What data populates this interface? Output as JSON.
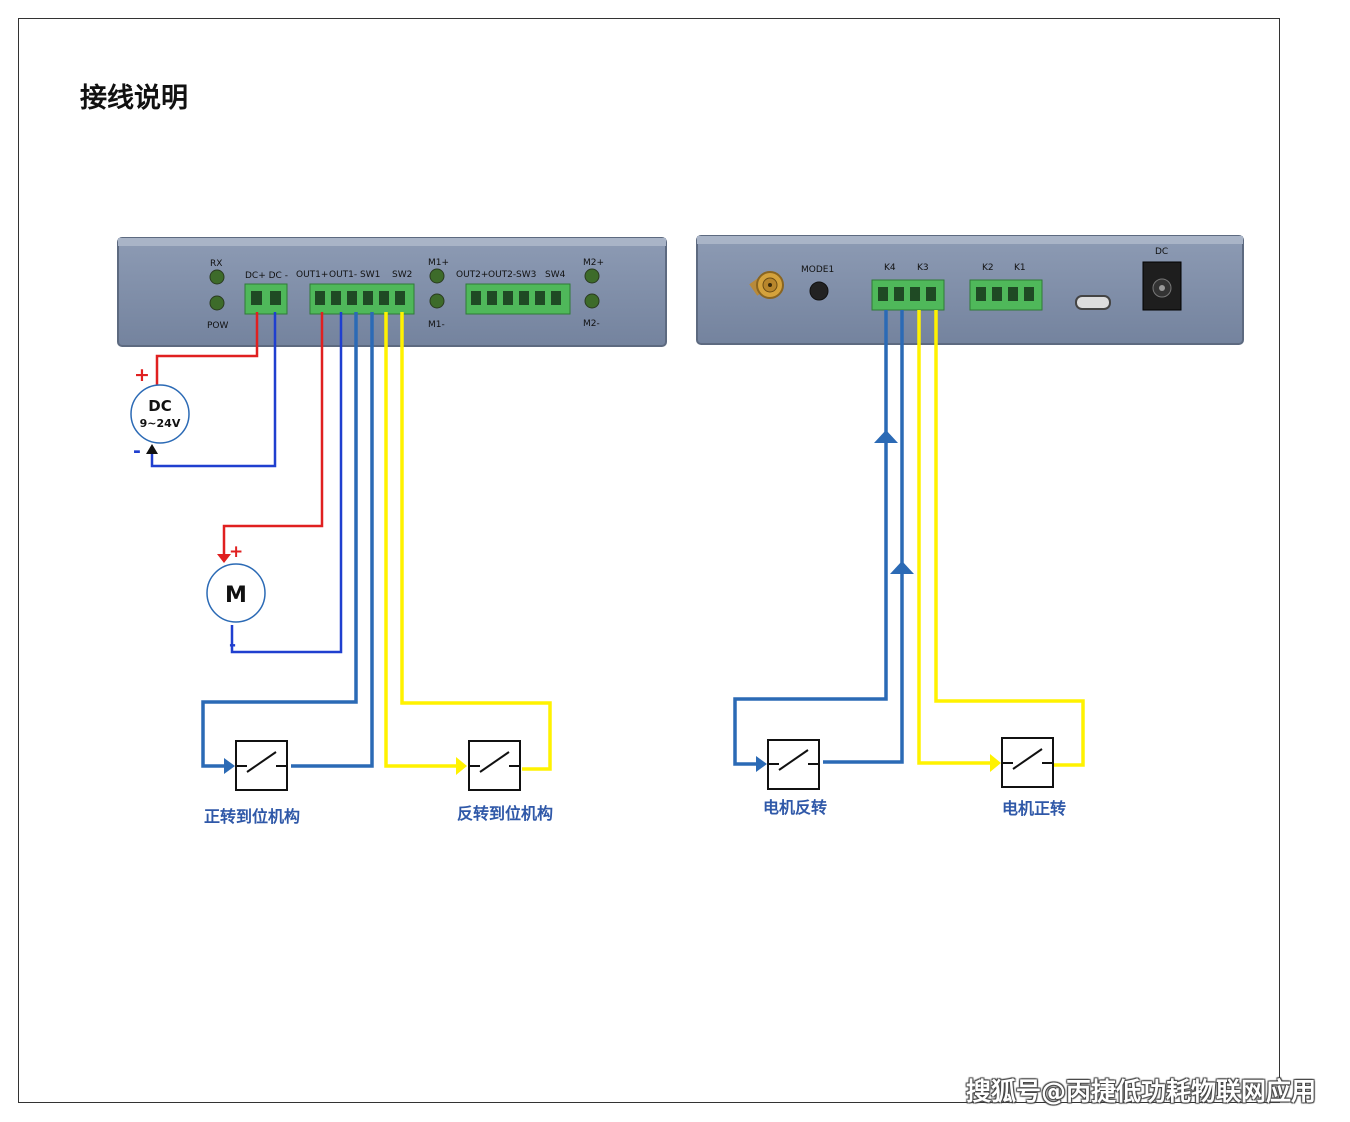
{
  "title": "接线说明",
  "watermark": "搜狐号@丙捷低功耗物联网应用",
  "left_panel": {
    "rx": "RX",
    "pow": "POW",
    "dc_terminal": "DC+ DC -",
    "out1p": "OUT1+",
    "out1m": "OUT1-",
    "sw1": "SW1",
    "sw2": "SW2",
    "m1p": "M1+",
    "m1m": "M1-",
    "out2p": "OUT2+",
    "out2m": "OUT2-",
    "sw3": "SW3",
    "sw4": "SW4",
    "m2p": "M2+",
    "m2m": "M2-"
  },
  "right_panel": {
    "mode": "MODE1",
    "k4": "K4",
    "k3": "K3",
    "k2": "K2",
    "k1": "K1",
    "dc": "DC"
  },
  "power": {
    "label": "DC",
    "voltage": "9~24V",
    "plus": "+",
    "minus": "-"
  },
  "motor": {
    "label": "M",
    "plus": "+",
    "minus": "-"
  },
  "switch_labels": {
    "forward_limit": "正转到位机构",
    "reverse_limit": "反转到位机构",
    "motor_reverse": "电机反转",
    "motor_forward": "电机正转"
  },
  "colors": {
    "red": "#e02020",
    "blue": "#2b6ab5",
    "dark_blue": "#1f3fcf",
    "yellow": "#fff200",
    "panel": "#7f8ea8",
    "terminal": "#4fb85a",
    "label_blue": "#2f58a8"
  }
}
